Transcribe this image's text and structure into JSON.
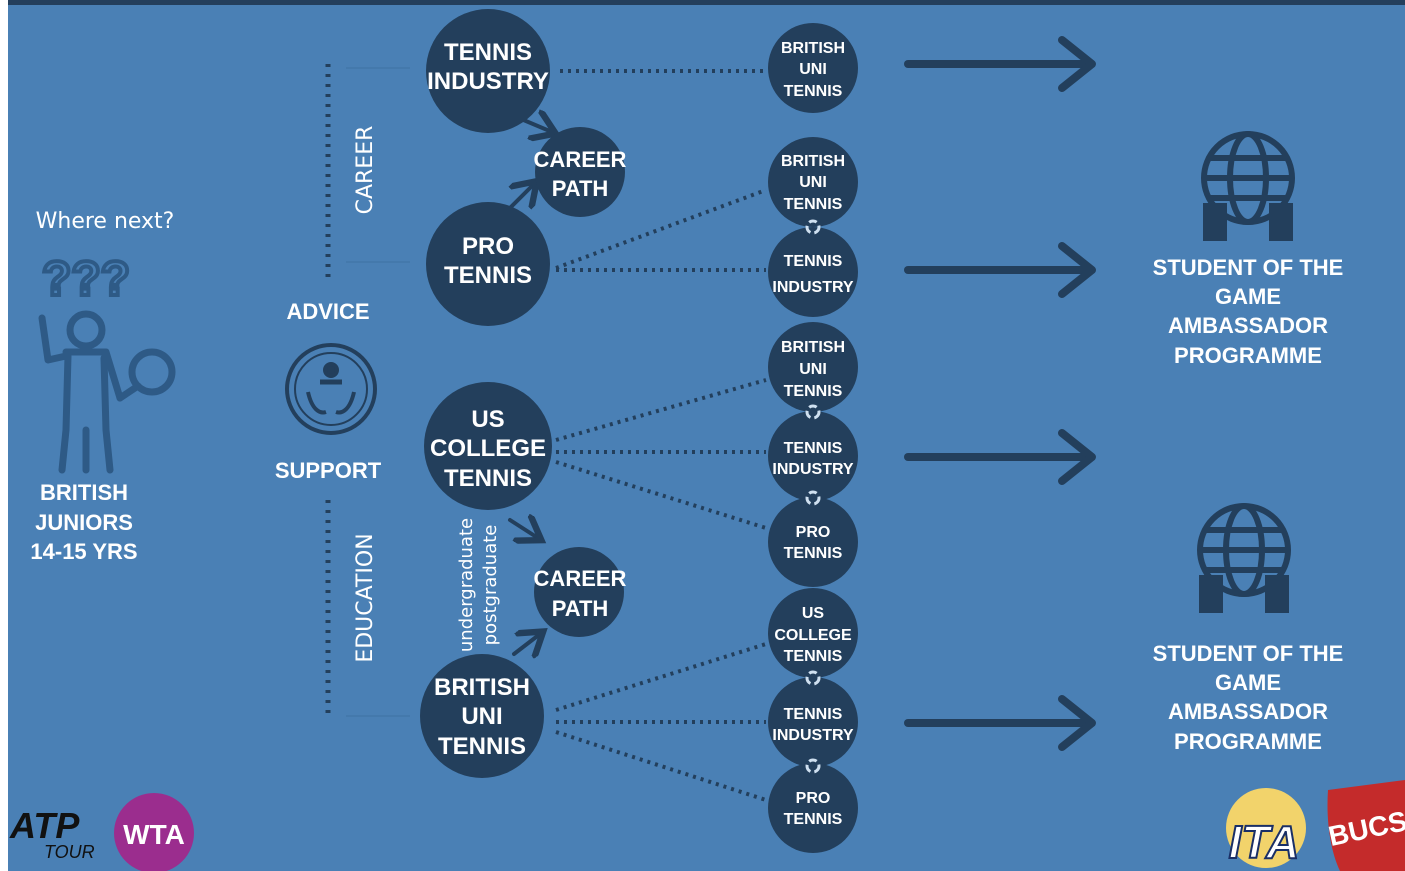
{
  "left": {
    "question": "Where next?",
    "question_marks": "???",
    "group_lines": [
      "BRITISH",
      "JUNIORS",
      "14-15 YRS"
    ]
  },
  "center": {
    "advice": "ADVICE",
    "support": "SUPPORT",
    "career": "CAREER",
    "education": "EDUCATION",
    "undergraduate": "undergraduate",
    "postgraduate": "postgraduate"
  },
  "main_nodes": {
    "tennis_industry": [
      "TENNIS",
      "INDUSTRY"
    ],
    "pro_tennis": [
      "PRO",
      "TENNIS"
    ],
    "us_college_tennis": [
      "US",
      "COLLEGE",
      "TENNIS"
    ],
    "british_uni_tennis": [
      "BRITISH",
      "UNI",
      "TENNIS"
    ],
    "career_path_top": [
      "CAREER",
      "PATH"
    ],
    "career_path_bottom": [
      "CAREER",
      "PATH"
    ]
  },
  "right_nodes": {
    "n1": [
      "BRITISH",
      "UNI",
      "TENNIS"
    ],
    "n2": [
      "BRITISH",
      "UNI",
      "TENNIS"
    ],
    "n3": [
      "TENNIS",
      "INDUSTRY"
    ],
    "n4": [
      "BRITISH",
      "UNI",
      "TENNIS"
    ],
    "n5": [
      "TENNIS",
      "INDUSTRY"
    ],
    "n6": [
      "PRO",
      "TENNIS"
    ],
    "n7": [
      "US",
      "COLLEGE",
      "TENNIS"
    ],
    "n8": [
      "TENNIS",
      "INDUSTRY"
    ],
    "n9": [
      "PRO",
      "TENNIS"
    ]
  },
  "ambassador": {
    "top": [
      "STUDENT OF THE",
      "GAME",
      "AMBASSADOR",
      "PROGRAMME"
    ],
    "bottom": [
      "STUDENT OF THE",
      "GAME",
      "AMBASSADOR",
      "PROGRAMME"
    ]
  },
  "logos": {
    "atp": "ATP",
    "atp_sub": "TOUR",
    "wta": "WTA",
    "ita": "ITA",
    "bucs": "BUCS"
  },
  "colors": {
    "background": "#4a80b5",
    "node": "#233f5c",
    "text": "#ffffff"
  }
}
